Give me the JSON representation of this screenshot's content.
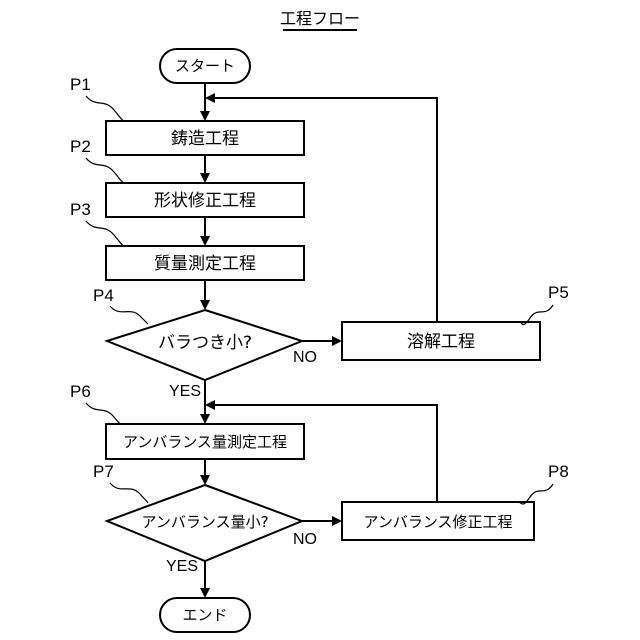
{
  "title": "工程フロー",
  "nodes": {
    "start": "スタート",
    "p1": "鋳造工程",
    "p2": "形状修正工程",
    "p3": "質量測定工程",
    "p4": "バラつき小?",
    "p5": "溶解工程",
    "p6": "アンバランス量測定工程",
    "p7": "アンバランス量小?",
    "p8": "アンバランス修正工程",
    "end": "エンド"
  },
  "refs": {
    "p1": "P1",
    "p2": "P2",
    "p3": "P3",
    "p4": "P4",
    "p5": "P5",
    "p6": "P6",
    "p7": "P7",
    "p8": "P8"
  },
  "branches": {
    "p4_no": "NO",
    "p4_yes": "YES",
    "p7_no": "NO",
    "p7_yes": "YES"
  }
}
